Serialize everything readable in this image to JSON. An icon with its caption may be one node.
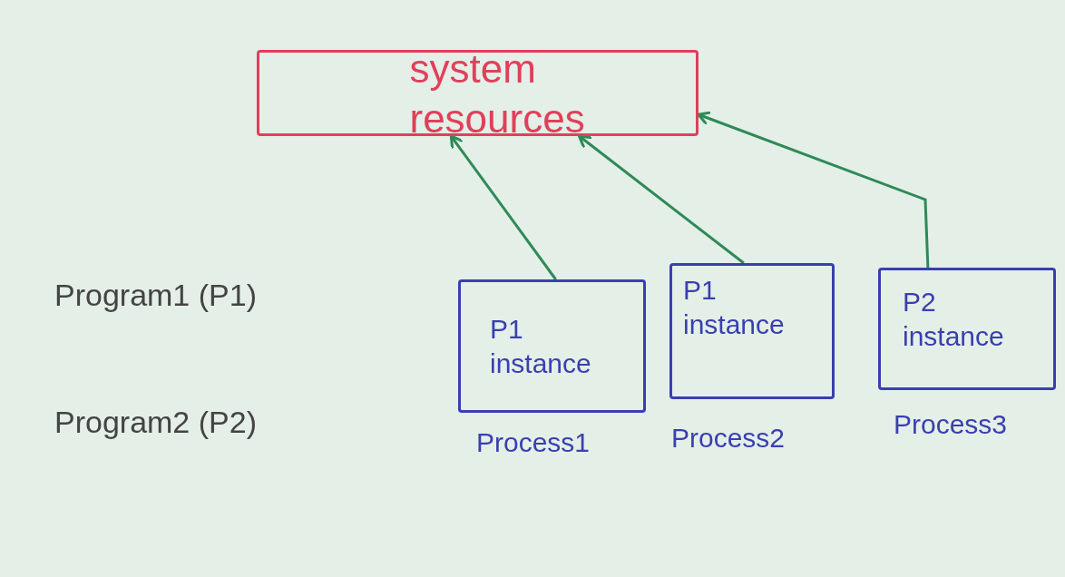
{
  "diagram": {
    "nodes": [
      {
        "text": [
          "system resources"
        ]
      },
      {
        "text": [
          "P1 instance"
        ],
        "beside": [
          "Process1"
        ]
      },
      {
        "text": [
          "P1 instance"
        ],
        "beside": [
          "Process2"
        ]
      },
      {
        "text": [
          "P2 instance"
        ],
        "beside": [
          "Process3"
        ]
      }
    ],
    "edges": [
      {
        "from": 1,
        "to": 0,
        "arrow": "to"
      },
      {
        "from": 2,
        "to": 0,
        "arrow": "to"
      },
      {
        "from": 3,
        "to": 0,
        "arrow": "to"
      }
    ],
    "labels": [
      "Program1 (P1)",
      "Program2 (P2)"
    ]
  }
}
